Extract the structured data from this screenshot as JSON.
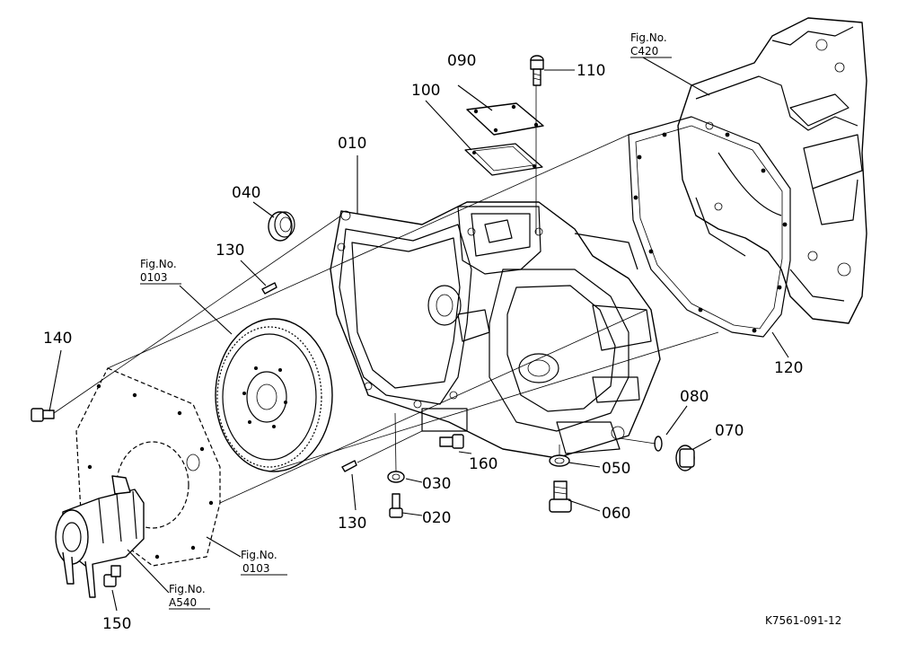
{
  "callouts": {
    "c010": "010",
    "c020": "020",
    "c030": "030",
    "c040": "040",
    "c050": "050",
    "c060": "060",
    "c070": "070",
    "c080": "080",
    "c090": "090",
    "c100": "100",
    "c110": "110",
    "c120": "120",
    "c130a": "130",
    "c130b": "130",
    "c140": "140",
    "c150": "150",
    "c160": "160"
  },
  "fig_refs": {
    "c420_title": "Fig.No.",
    "c420_value": "C420",
    "f0103a_title": "Fig.No.",
    "f0103a_value": "0103",
    "f0103b_title": "Fig.No.",
    "f0103b_value": "0103",
    "a540_title": "Fig.No.",
    "a540_value": "A540"
  },
  "drawing_ref": "K7561-091-12"
}
